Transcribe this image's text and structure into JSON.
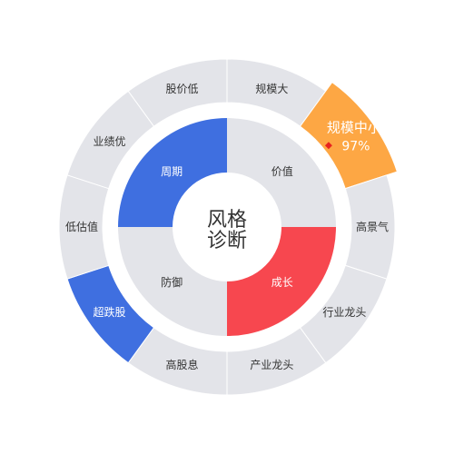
{
  "center": {
    "line1": "风格",
    "line2": "诊断"
  },
  "colors": {
    "inactive_fill": "#e3e4e9",
    "inactive_text": "#333333",
    "active_text": "#ffffff",
    "blue": "#3f6fe0",
    "red": "#f7474f",
    "orange": "#fda744",
    "marker": "#e8231f",
    "separator": "#ffffff"
  },
  "inner_ring": [
    {
      "label": "价值",
      "color": null
    },
    {
      "label": "成长",
      "color": "#f7474f"
    },
    {
      "label": "防御",
      "color": null
    },
    {
      "label": "周期",
      "color": "#3f6fe0"
    }
  ],
  "outer_ring": [
    {
      "label": "规模大",
      "color": null
    },
    {
      "label": "规模中小",
      "color": "#fda744",
      "highlight": true,
      "value": "97%"
    },
    {
      "label": "高景气",
      "color": null
    },
    {
      "label": "行业龙头",
      "color": null
    },
    {
      "label": "产业龙头",
      "color": null
    },
    {
      "label": "高股息",
      "color": null
    },
    {
      "label": "超跌股",
      "color": "#3f6fe0"
    },
    {
      "label": "低估值",
      "color": null
    },
    {
      "label": "业绩优",
      "color": null
    },
    {
      "label": "股价低",
      "color": null
    }
  ]
}
